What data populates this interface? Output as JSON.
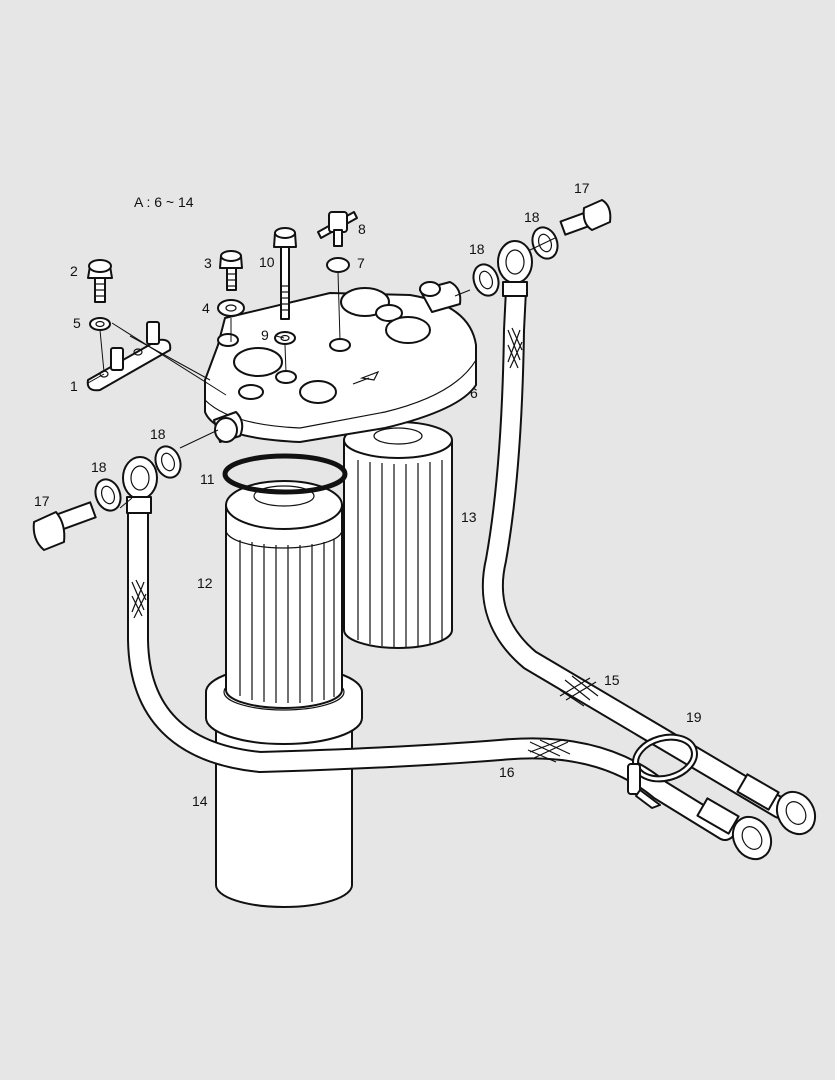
{
  "diagram": {
    "assembly_note": "A : 6 ~ 14",
    "colors": {
      "background": "#e6e6e6",
      "line": "#111111",
      "fill": "#ffffff"
    },
    "callouts": [
      {
        "id": "c1",
        "text": "1"
      },
      {
        "id": "c2",
        "text": "2"
      },
      {
        "id": "c3",
        "text": "3"
      },
      {
        "id": "c4",
        "text": "4"
      },
      {
        "id": "c5",
        "text": "5"
      },
      {
        "id": "c6",
        "text": "6"
      },
      {
        "id": "c7",
        "text": "7"
      },
      {
        "id": "c8",
        "text": "8"
      },
      {
        "id": "c9",
        "text": "9"
      },
      {
        "id": "c10",
        "text": "10"
      },
      {
        "id": "c11",
        "text": "11"
      },
      {
        "id": "c12",
        "text": "12"
      },
      {
        "id": "c13",
        "text": "13"
      },
      {
        "id": "c14",
        "text": "14"
      },
      {
        "id": "c15",
        "text": "15"
      },
      {
        "id": "c16",
        "text": "16"
      },
      {
        "id": "c17a",
        "text": "17"
      },
      {
        "id": "c17b",
        "text": "17"
      },
      {
        "id": "c18a",
        "text": "18"
      },
      {
        "id": "c18b",
        "text": "18"
      },
      {
        "id": "c18c",
        "text": "18"
      },
      {
        "id": "c18d",
        "text": "18"
      },
      {
        "id": "c19",
        "text": "19"
      }
    ]
  }
}
